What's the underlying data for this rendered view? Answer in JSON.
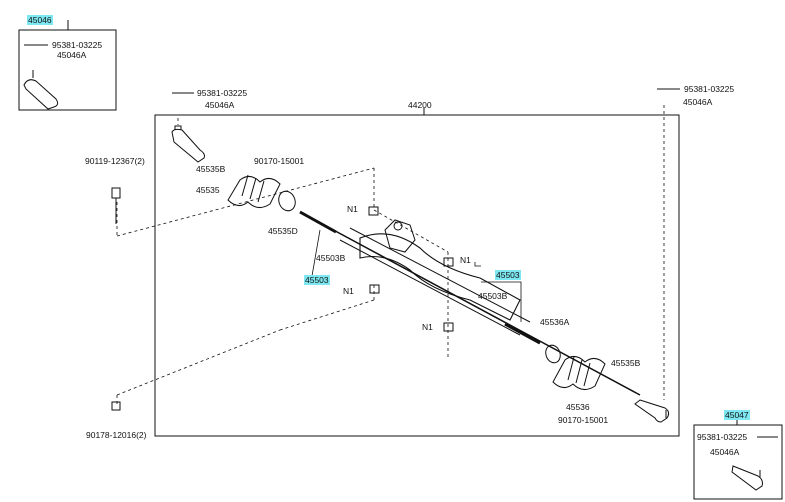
{
  "parts": {
    "tie_rod_end_lh_set": "45046",
    "tie_rod_end_rh_set": "45047",
    "gear_assembly": "44200",
    "cotter_pin": "95381-03225",
    "nut": "45046A",
    "bolt": "90119-12367(2)",
    "nut_bottom": "90178-12016(2)",
    "clip_left": "90170-15001",
    "clip_right": "90170-15001",
    "clamp_b_left": "45535B",
    "boot_left": "45535",
    "clamp_d": "45535D",
    "rack_end": "45503",
    "rack_end_b": "45503B",
    "nut_n1": "N1",
    "clamp_a": "45536A",
    "boot_right": "45536",
    "clamp_b_right": "45535B"
  },
  "highlight_color": "#7ee8f2"
}
